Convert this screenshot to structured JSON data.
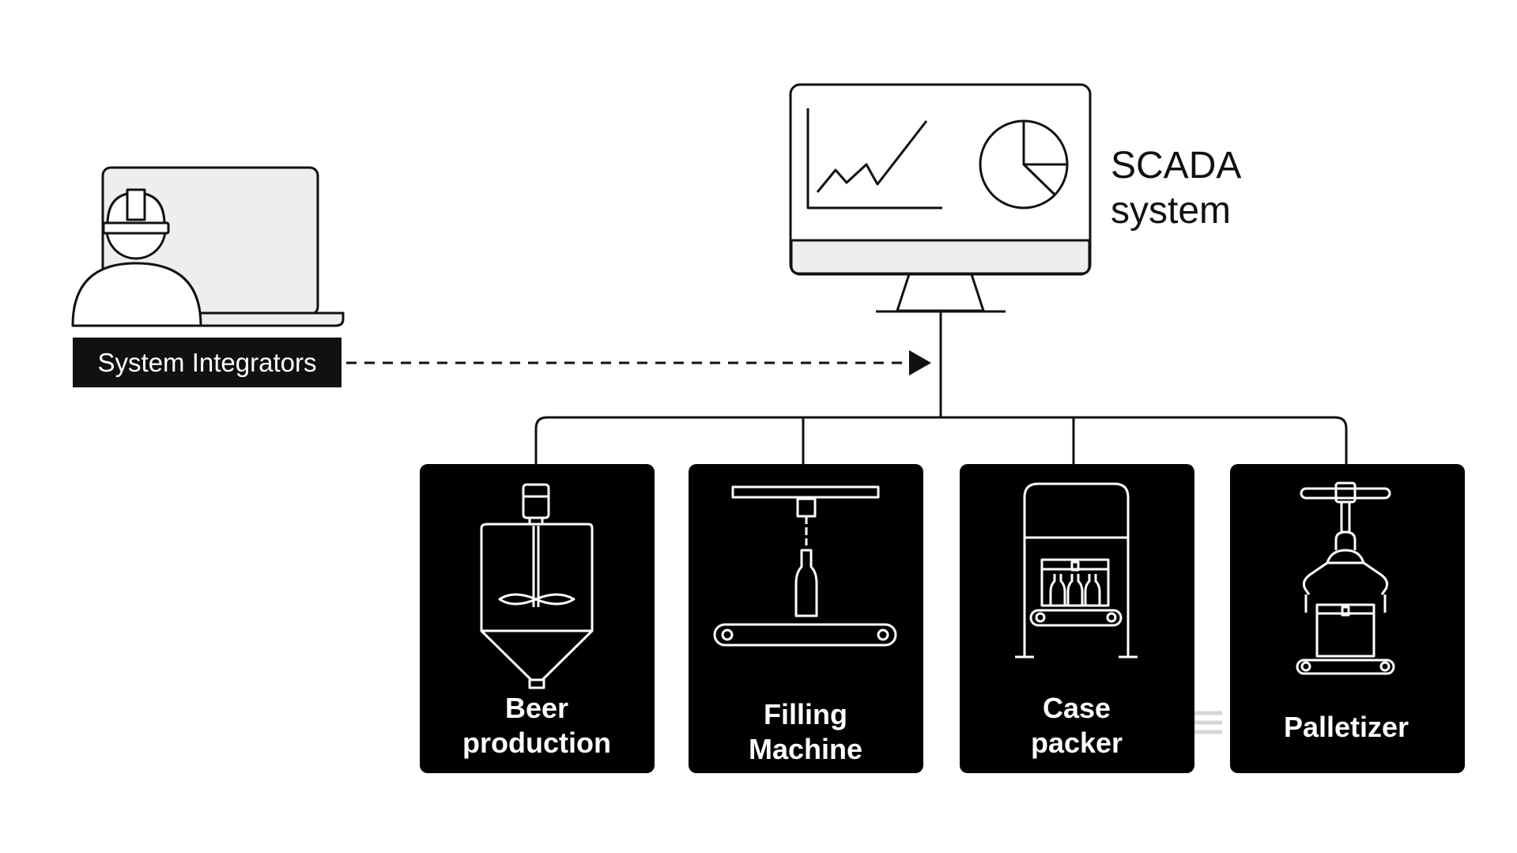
{
  "integrator": {
    "label": "System Integrators"
  },
  "scada": {
    "line1": "SCADA",
    "line2": "system"
  },
  "machines": [
    {
      "line1": "Beer",
      "line2": "production"
    },
    {
      "line1": "Filling",
      "line2": "Machine"
    },
    {
      "line1": "Case",
      "line2": "packer"
    },
    {
      "line1": "Palletizer"
    }
  ],
  "colors": {
    "ink": "#111111",
    "card": "#000000",
    "screen_fill": "#eeeeee"
  }
}
